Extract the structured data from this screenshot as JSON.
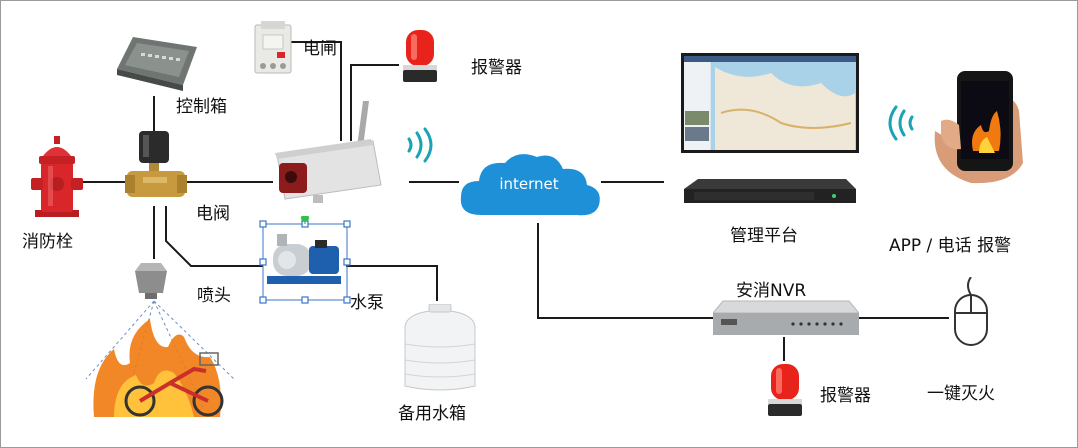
{
  "labels": {
    "hydrant": "消防栓",
    "control_box": "控制箱",
    "breaker": "电闸",
    "alarm_top": "报警器",
    "valve": "电阀",
    "nozzle": "喷头",
    "pump": "水泵",
    "tank": "备用水箱",
    "internet": "internet",
    "platform": "管理平台",
    "app_alarm": "APP / 电话 报警",
    "nvr": "安消NVR",
    "alarm_bottom": "报警器",
    "one_key": "一键灭火"
  },
  "colors": {
    "cloud": "#1e90d8",
    "signal": "#19a3b5",
    "wire": "#1a1a1a",
    "fire": "#f07a10",
    "hydrant": "#d8262a",
    "alarm_light": "#e8231c",
    "selection": "#3a74c8"
  },
  "icons": {
    "hydrant": "fire-hydrant-icon",
    "control_box": "control-box-icon",
    "breaker": "circuit-breaker-icon",
    "alarm": "alarm-beacon-icon",
    "valve": "solenoid-valve-icon",
    "camera": "thermal-camera-icon",
    "nozzle": "sprinkler-nozzle-icon",
    "pump": "water-pump-icon",
    "tank": "water-tank-icon",
    "cloud": "internet-cloud-icon",
    "monitor": "monitor-icon",
    "server": "rack-server-icon",
    "phone": "smartphone-icon",
    "nvr": "nvr-recorder-icon",
    "mouse": "mouse-icon"
  }
}
